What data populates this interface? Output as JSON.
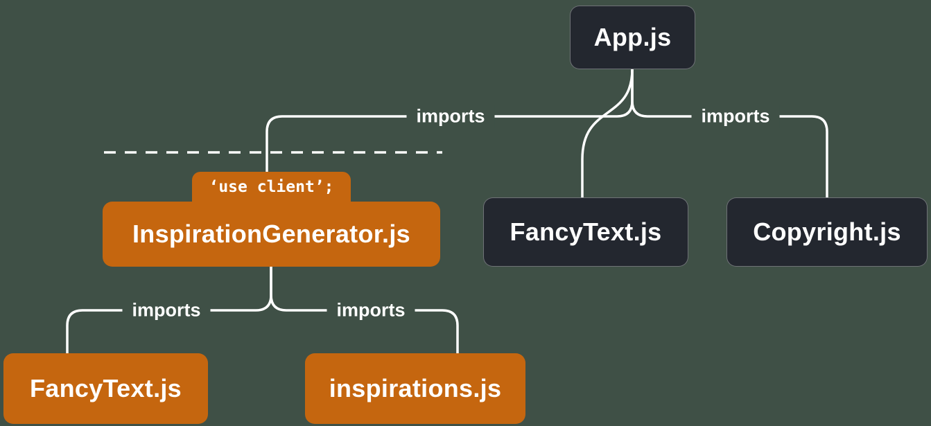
{
  "diagram": {
    "title": "module dependency tree with use client boundary",
    "colors": {
      "background": "#3f5046",
      "server_node": "#23272f",
      "client_node": "#c5660f",
      "line": "#ffffff",
      "text": "#ffffff"
    },
    "nodes": {
      "app": {
        "label": "App.js",
        "type": "server"
      },
      "inspiration_generator": {
        "label": "InspirationGenerator.js",
        "directive": "‘use client’;",
        "type": "client"
      },
      "fancy_text_right": {
        "label": "FancyText.js",
        "type": "server"
      },
      "copyright": {
        "label": "Copyright.js",
        "type": "server"
      },
      "fancy_text_left": {
        "label": "FancyText.js",
        "type": "client"
      },
      "inspirations": {
        "label": "inspirations.js",
        "type": "client"
      }
    },
    "edge_labels": {
      "top_left": "imports",
      "top_right": "imports",
      "bottom_left": "imports",
      "bottom_right": "imports"
    }
  }
}
